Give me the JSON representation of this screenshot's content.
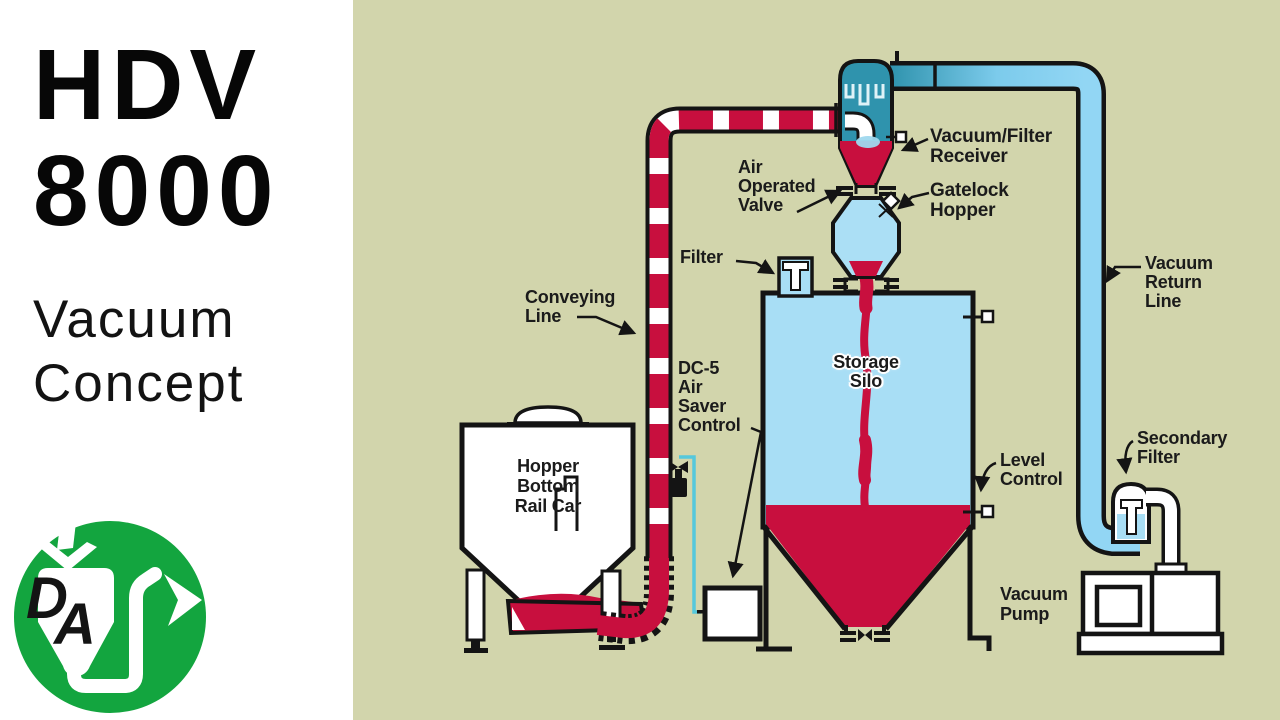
{
  "left_panel": {
    "title": [
      "HDV",
      "8000"
    ],
    "subtitle": [
      "Vacuum",
      "Concept"
    ],
    "logo": {
      "letter_d": "D",
      "letter_a": "A"
    }
  },
  "diagram": {
    "labels": {
      "receiver": [
        "Vacuum/Filter",
        "Receiver"
      ],
      "gatelock": [
        "Gatelock",
        "Hopper"
      ],
      "air_valve": [
        "Air",
        "Operated",
        "Valve"
      ],
      "filter": [
        "Filter"
      ],
      "conveying": [
        "Conveying",
        "Line"
      ],
      "dc5": [
        "DC-5",
        "Air",
        "Saver",
        "Control"
      ],
      "storage": [
        "Storage",
        "Silo"
      ],
      "level": [
        "Level",
        "Control"
      ],
      "return_line": [
        "Vacuum",
        "Return",
        "Line"
      ],
      "secondary": [
        "Secondary",
        "Filter"
      ],
      "pump": [
        "Vacuum",
        "Pump"
      ],
      "railcar": [
        "Hopper",
        "Bottom",
        "Rail Car"
      ]
    },
    "colors": {
      "background": "#D2D5AC",
      "material_red": "#C80F3E",
      "receiver_teal": "#2F93AD",
      "return_blue": "#90D4F2",
      "silo_blue": "#A8DEF5",
      "control_cyan": "#55C8DC",
      "logo_green": "#13A53F",
      "outline": "#141414"
    }
  }
}
